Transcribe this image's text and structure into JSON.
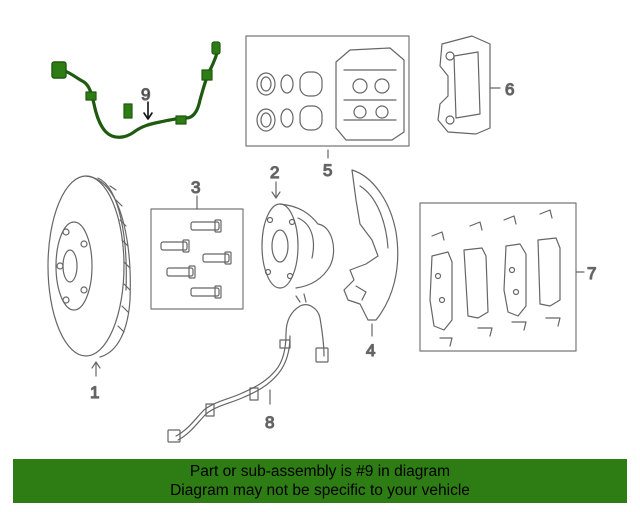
{
  "callouts": {
    "c1": "1",
    "c2": "2",
    "c3": "3",
    "c4": "4",
    "c5": "5",
    "c6": "6",
    "c7": "7",
    "c8": "8",
    "c9": "9"
  },
  "highlight": {
    "part_number": "9",
    "color": "#2e7d14"
  },
  "footer": {
    "line1": "Part or sub-assembly is #9 in diagram",
    "line2": "Diagram may not be specific to your vehicle"
  }
}
